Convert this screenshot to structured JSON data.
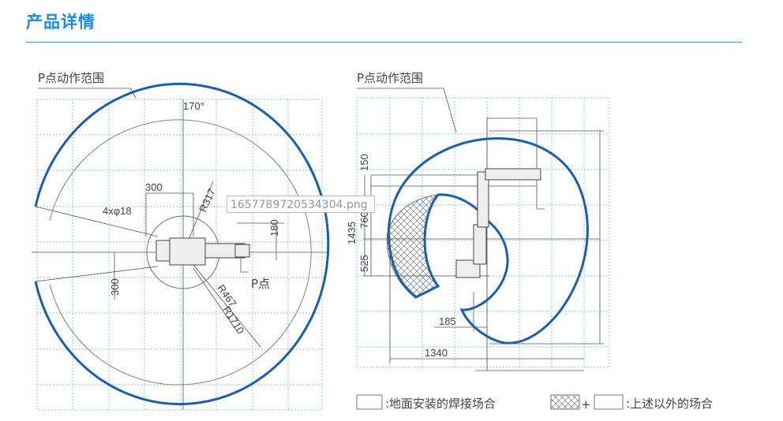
{
  "header": {
    "title": "产品详情"
  },
  "tooltip": {
    "filename": "1657789720534304.png"
  },
  "left_diagram": {
    "label": "P点动作范围",
    "angle": "170°",
    "dim_300_top": "300",
    "holes": "4xφ18",
    "r317": "R317",
    "dim_180": "180",
    "dim_300_left": "300",
    "p_point": "P点",
    "r467": "R467",
    "r1710": "R1710"
  },
  "right_diagram": {
    "label": "P点动作范围",
    "dim_150": "150",
    "dim_1435": "1435",
    "dim_760": "760",
    "dim_525": "525",
    "dim_185": "185",
    "dim_1340": "1340"
  },
  "legend": {
    "item1": ":地面安装的焊接场合",
    "plus": "+",
    "item2": ":上述以外的场合"
  }
}
